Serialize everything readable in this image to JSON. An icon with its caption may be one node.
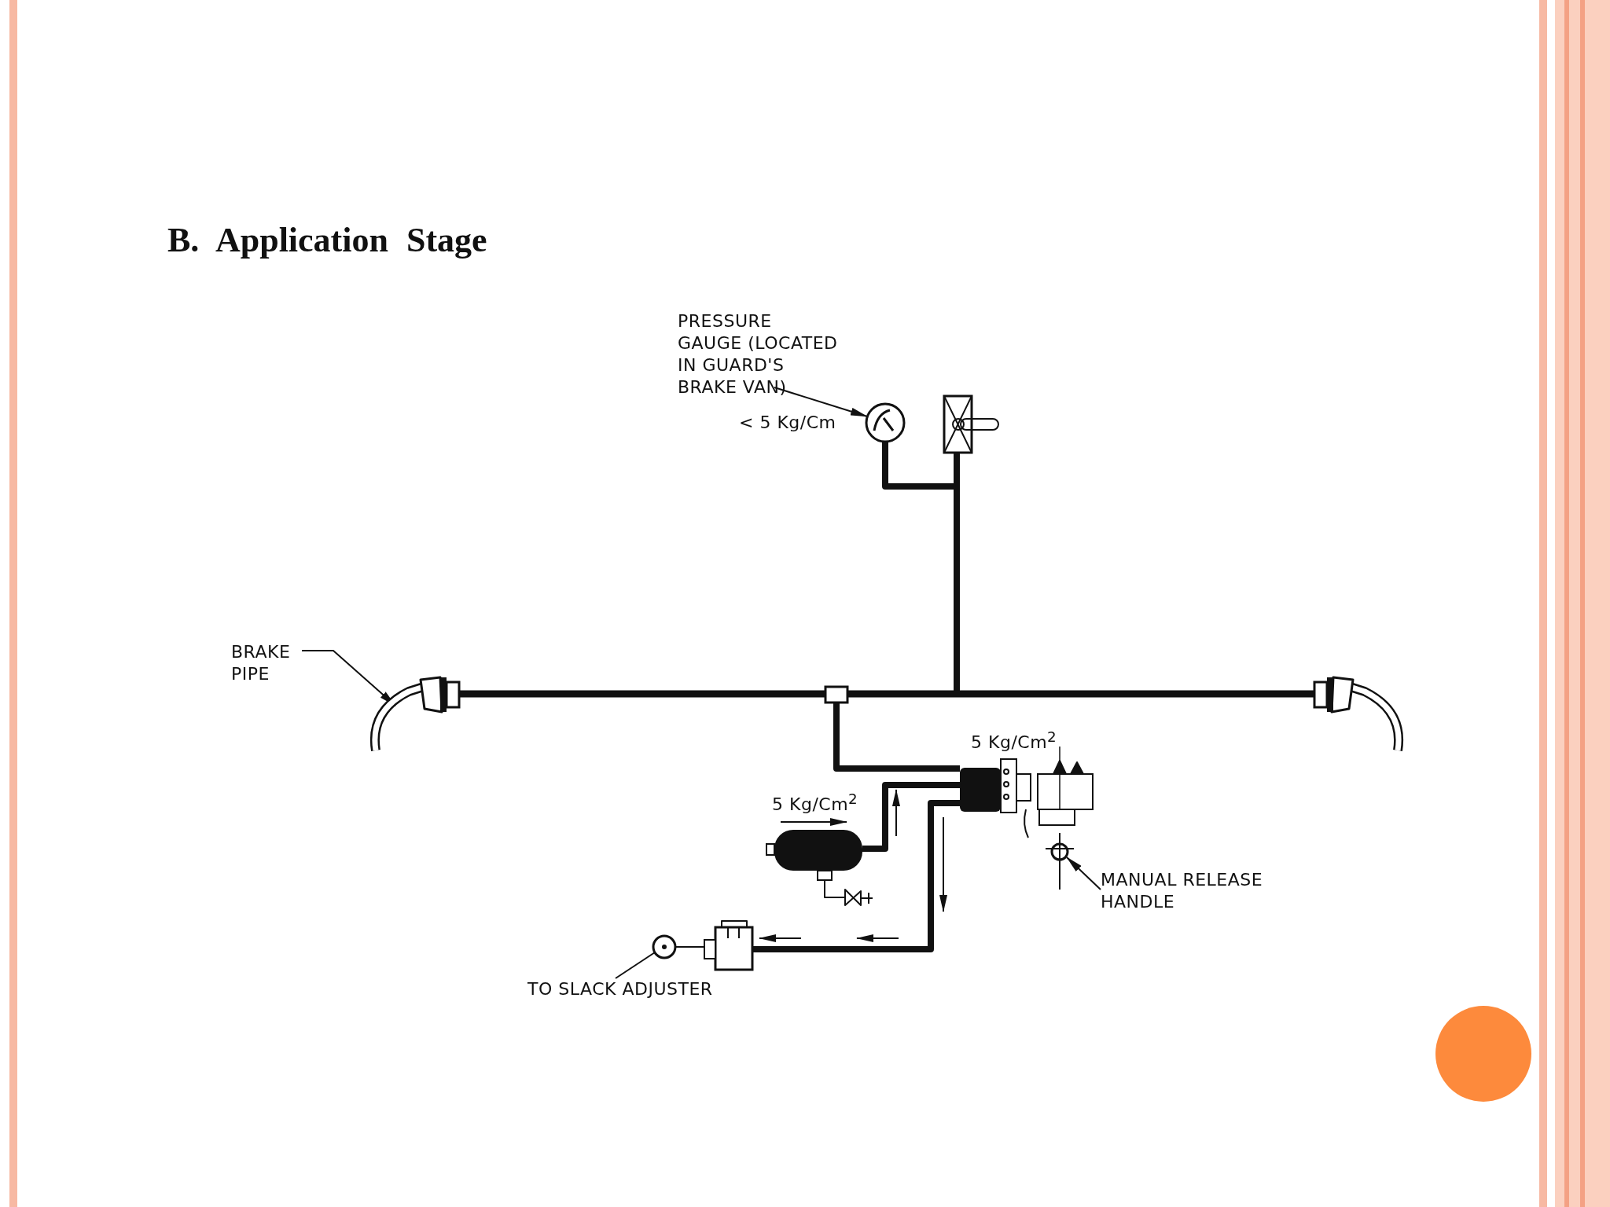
{
  "diagram": {
    "title": "B. Application Stage",
    "nodes": [
      {
        "text": [
          "PRESSURE GAUGE (LOCATED IN GUARD'S BRAKE VAN)"
        ]
      },
      {
        "text": [],
        "shape": "circle"
      },
      {
        "text": [
          "BRAKE PIPE"
        ]
      },
      {
        "text": [],
        "shape": "hose"
      },
      {
        "text": [
          "MANUAL RELEASE HANDLE"
        ]
      },
      {
        "text": [],
        "shape": "handle"
      },
      {
        "text": [
          "TO SLACK ADJUSTER"
        ]
      },
      {
        "text": [],
        "shape": "circle"
      },
      {
        "text": [],
        "shape": "box"
      },
      {
        "text": [],
        "shape": "bar"
      },
      {
        "text": [],
        "shape": "valve"
      },
      {
        "text": [],
        "shape": "cylinder"
      },
      {
        "text": [],
        "shape": "valve"
      },
      {
        "text": [],
        "shape": "cylinder"
      },
      {
        "text": [],
        "shape": "hose"
      }
    ],
    "edges": [
      {
        "from": 0,
        "to": 1,
        "arrow": "to"
      },
      {
        "from": 2,
        "to": 3,
        "arrow": "to"
      },
      {
        "from": 4,
        "to": 5,
        "arrow": "to"
      },
      {
        "from": 6,
        "to": 7,
        "arrow": "none"
      },
      {
        "from": 1,
        "to": 9,
        "arrow": "none",
        "style": "thick"
      },
      {
        "from": 8,
        "to": 9,
        "arrow": "none",
        "style": "thick"
      },
      {
        "from": 9,
        "to": 10,
        "arrow": "none",
        "style": "thick"
      },
      {
        "from": 11,
        "to": 10,
        "arrow": "none",
        "style": "thick"
      },
      {
        "from": 10,
        "to": 13,
        "arrow": "none",
        "style": "thick"
      },
      {
        "from": 12,
        "to": 11,
        "arrow": "none"
      },
      {
        "from": 13,
        "to": 7,
        "arrow": "none"
      }
    ],
    "labels": [
      "< 5 Kg/Cm",
      "5 Kg/Cm$^{2}$",
      "5 Kg/Cm$^{2}$"
    ]
  }
}
